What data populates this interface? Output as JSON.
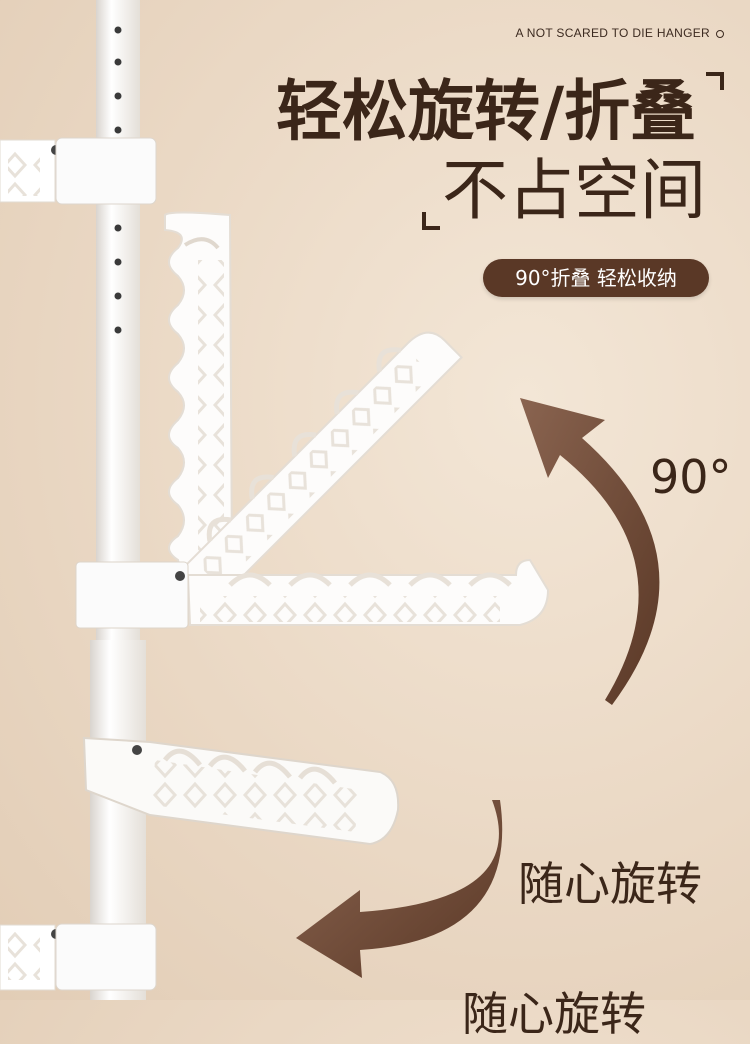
{
  "header": {
    "tagline": "A NOT SCARED TO DIE HANGER",
    "headline_line1": "轻松旋转/折叠",
    "headline_line2": "不占空间"
  },
  "badge": {
    "label": "90°折叠 轻松收纳"
  },
  "annotations": {
    "angle": "90°",
    "rotate_label": "随心旋转",
    "rotate_label_cropped": "随心旋转"
  },
  "colors": {
    "background": "#ead8c4",
    "text": "#3b2619",
    "badge": "#5a3826",
    "arrow": "#6b4632",
    "hanger": "#ffffff"
  },
  "icons": {
    "tag_dot": "ring-icon",
    "arrow_up": "curved-arrow-up-icon",
    "arrow_down": "curved-arrow-down-icon"
  }
}
